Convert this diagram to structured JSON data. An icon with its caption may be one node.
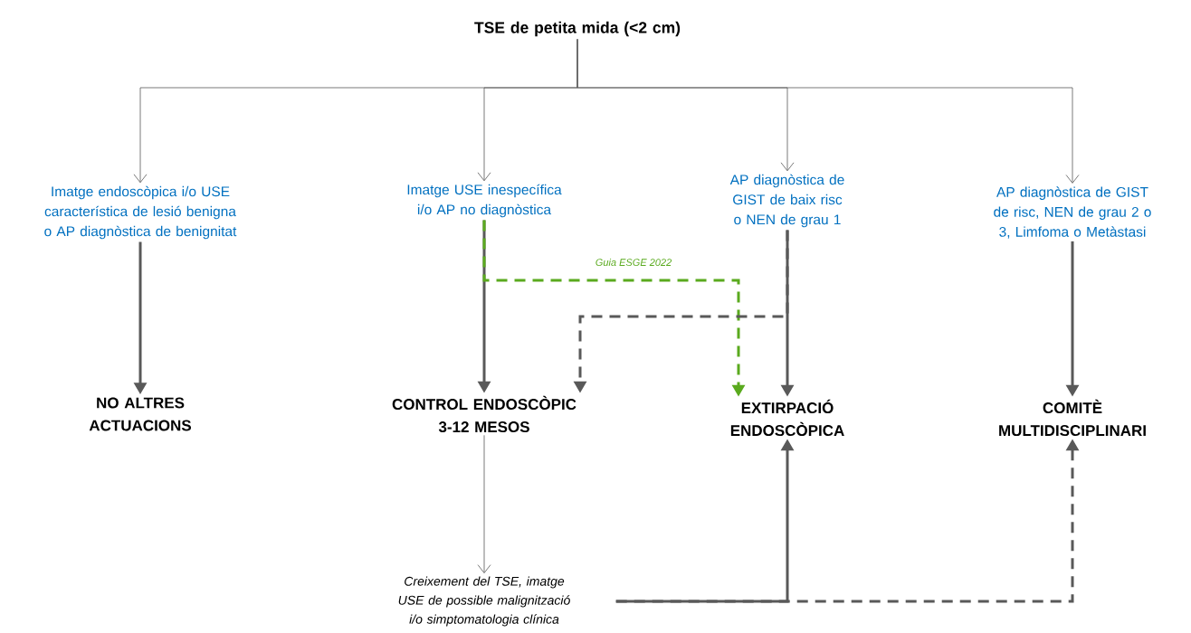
{
  "diagram": {
    "nodes": [
      {
        "text": [
          "TSE de petita mida (<2 cm)"
        ]
      },
      {
        "text": [
          "Imatge endoscòpica i/o USE característica de lesió benigna o AP diagnòstica de benignitat"
        ]
      },
      {
        "text": [
          "Imatge USE inespecífica i/o AP no diagnòstica"
        ]
      },
      {
        "text": [
          "AP diagnòstica de GIST de baix risc o NEN de grau 1"
        ]
      },
      {
        "text": [
          "AP diagnòstica de GIST de risc, NEN de grau 2 o 3, Limfoma o Metàstasi"
        ]
      },
      {
        "text": [
          "NO ALTRES ACTUACIONS"
        ]
      },
      {
        "text": [
          "CONTROL ENDOSCÒPIC 3-12 MESOS"
        ]
      },
      {
        "text": [
          "EXTIRPACIÓ ENDOSCÒPICA"
        ]
      },
      {
        "text": [
          "COMITÈ MULTIDISCIPLINARI"
        ]
      },
      {
        "text": [
          "Creixement del TSE, imatge USE de possible malignització i/o simptomatologia clínica"
        ]
      }
    ],
    "edges": [
      {
        "from": 0,
        "to": 1,
        "arrow": "to"
      },
      {
        "from": 0,
        "to": 2,
        "arrow": "to"
      },
      {
        "from": 0,
        "to": 3,
        "arrow": "to"
      },
      {
        "from": 0,
        "to": 4,
        "arrow": "to"
      },
      {
        "from": 1,
        "to": 5,
        "arrow": "to"
      },
      {
        "from": 2,
        "to": 6,
        "arrow": "to"
      },
      {
        "from": 2,
        "to": 7,
        "arrow": "to",
        "style": "dashed",
        "color": "#5aaa1e",
        "label": "Guia ESGE 2022"
      },
      {
        "from": 3,
        "to": 7,
        "arrow": "to"
      },
      {
        "from": 3,
        "to": 6,
        "arrow": "to",
        "style": "dashed"
      },
      {
        "from": 4,
        "to": 8,
        "arrow": "to"
      },
      {
        "from": 6,
        "to": 9,
        "arrow": "to"
      },
      {
        "from": 9,
        "to": 7,
        "arrow": "to"
      },
      {
        "from": 9,
        "to": 8,
        "arrow": "to",
        "style": "dashed"
      }
    ]
  }
}
